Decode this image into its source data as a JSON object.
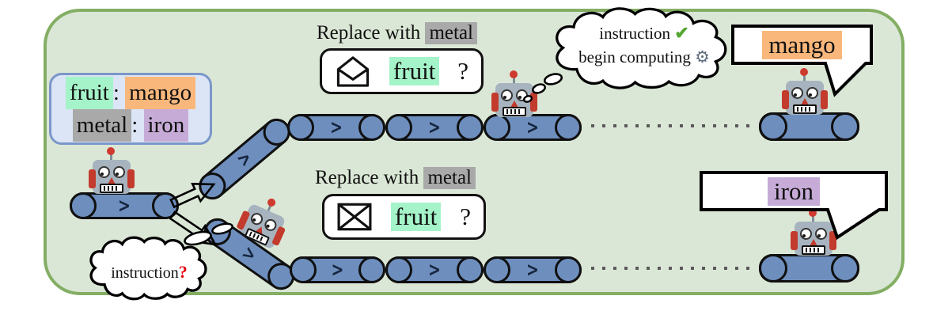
{
  "figure": {
    "legend": {
      "row1": {
        "key": "fruit",
        "sep": ": ",
        "value": "mango"
      },
      "row2": {
        "key": "metal",
        "sep": ": ",
        "value": "iron"
      }
    },
    "top": {
      "instruction": {
        "prefix": "Replace with ",
        "word": "metal"
      },
      "message": {
        "token": "fruit",
        "mark": "?"
      },
      "thought": {
        "line1": "instruction ",
        "line2": "begin computing "
      },
      "speech": "mango"
    },
    "bottom": {
      "instruction": {
        "prefix": "Replace with ",
        "word": "metal"
      },
      "message": {
        "token": "fruit",
        "mark": "?"
      },
      "thought": {
        "text": "instruction",
        "mark": "?"
      },
      "speech": "iron"
    },
    "icons": {
      "check": "✔",
      "gear": "⚙",
      "top_envelope": "open-envelope",
      "bottom_envelope": "closed-envelope"
    },
    "conveyor": {
      "chevron": ">"
    },
    "colors": {
      "panel_bg": "#dbe7d6",
      "panel_border": "#83ae63",
      "belt": "#6e8fbe",
      "robot_head": "#a7b4bf",
      "robot_accent": "#c23b2c",
      "highlight_green": "#a5f3c9",
      "highlight_orange": "#f9b77c",
      "highlight_gray": "#a9a9a9",
      "highlight_purple": "#c6abd7",
      "legend_bg": "#dbe5f6",
      "legend_border": "#7b97c9",
      "check_green": "#55a630",
      "question_red": "#e8000d"
    }
  }
}
